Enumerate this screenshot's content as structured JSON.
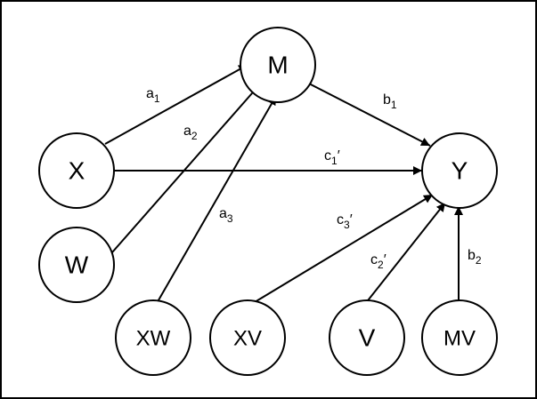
{
  "nodes": {
    "M": "M",
    "X": "X",
    "W": "W",
    "Y": "Y",
    "XW": "XW",
    "XV": "XV",
    "V": "V",
    "MV": "MV"
  },
  "paths": {
    "a1": {
      "base": "a",
      "sub": "1",
      "prime": ""
    },
    "a2": {
      "base": "a",
      "sub": "2",
      "prime": ""
    },
    "a3": {
      "base": "a",
      "sub": "3",
      "prime": ""
    },
    "b1": {
      "base": "b",
      "sub": "1",
      "prime": ""
    },
    "b2": {
      "base": "b",
      "sub": "2",
      "prime": ""
    },
    "c1": {
      "base": "c",
      "sub": "1",
      "prime": "′"
    },
    "c2": {
      "base": "c",
      "sub": "2",
      "prime": "′"
    },
    "c3": {
      "base": "c",
      "sub": "3",
      "prime": "′"
    }
  }
}
